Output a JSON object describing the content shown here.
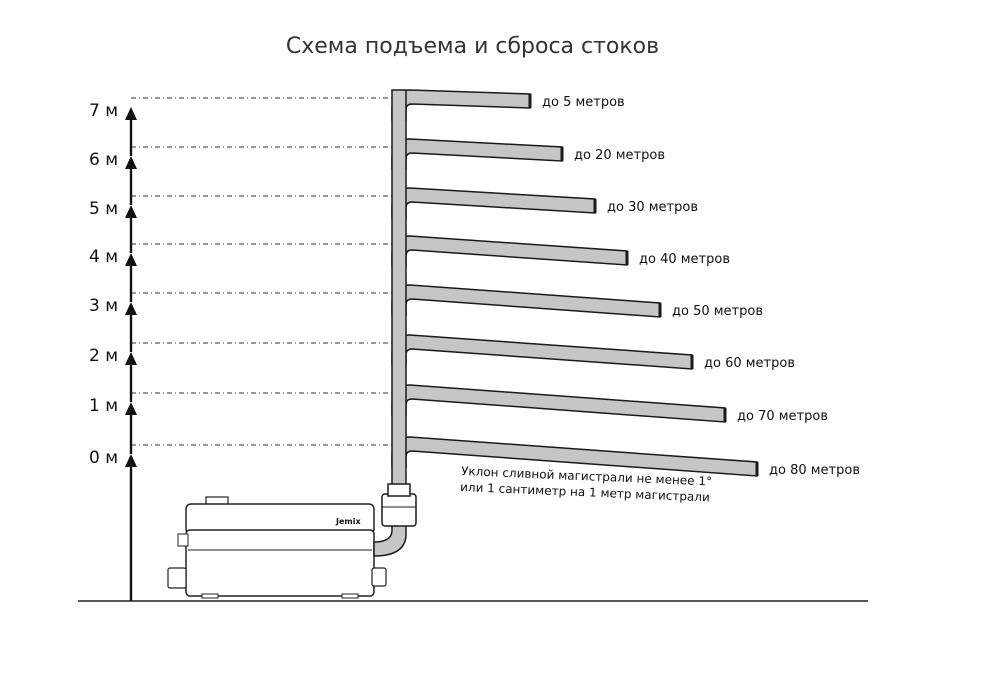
{
  "title": "Схема подъема и сброса стоков",
  "levels": [
    "0 м",
    "1 м",
    "2 м",
    "3 м",
    "4 м",
    "5 м",
    "6 м",
    "7 м"
  ],
  "pipes": [
    {
      "level": "0 м",
      "label": "до 80 метров"
    },
    {
      "level": "1 м",
      "label": "до 70 метров"
    },
    {
      "level": "2 м",
      "label": "до 60 метров"
    },
    {
      "level": "3 м",
      "label": "до 50 метров"
    },
    {
      "level": "4 м",
      "label": "до 40 метров"
    },
    {
      "level": "5 м",
      "label": "до 30 метров"
    },
    {
      "level": "6 м",
      "label": "до 20 метров"
    },
    {
      "level": "7 м",
      "label": "до 5 метров"
    }
  ],
  "note": {
    "line1": "Уклон сливной магистрали не менее 1°",
    "line2": "или 1 сантиметр на 1 метр магистрали"
  },
  "pump": {
    "brand": "Jemix"
  },
  "colors": {
    "pipe_fill": "#c6c6c6",
    "pipe_stroke": "#1a1a1a",
    "dash": "#333333"
  }
}
